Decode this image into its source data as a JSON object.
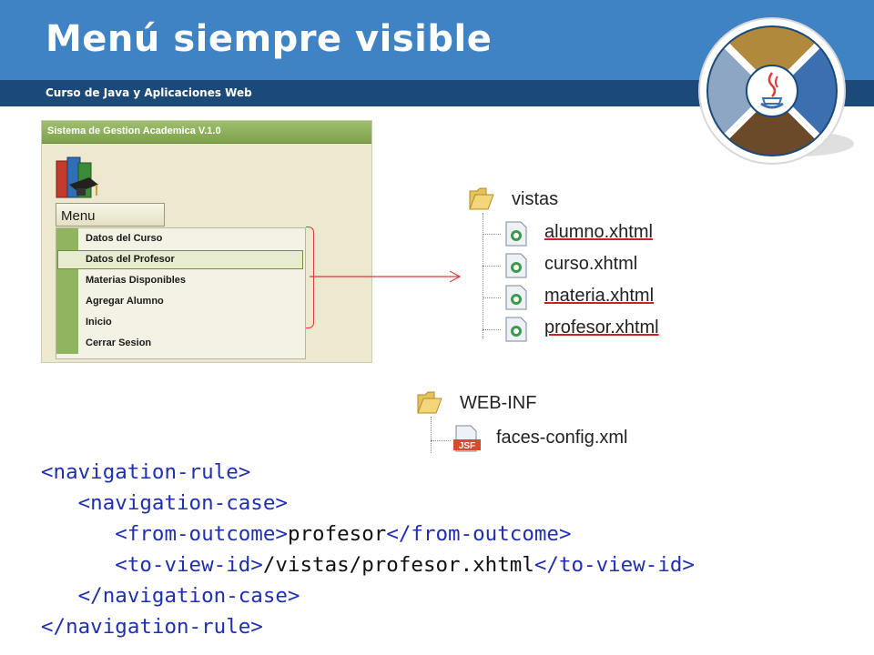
{
  "slide": {
    "title": "Menú siempre visible",
    "subtitle": "Curso de Java y Aplicaciones Web"
  },
  "app": {
    "window_title": "Sistema de Gestion Academica V.1.0",
    "menu_label": "Menu",
    "menu_items": [
      {
        "label": "Datos del Curso"
      },
      {
        "label": "Datos del Profesor",
        "selected": true
      },
      {
        "label": "Materias Disponibles"
      },
      {
        "label": "Agregar Alumno"
      },
      {
        "label": "Inicio"
      },
      {
        "label": "Cerrar Sesion"
      }
    ]
  },
  "tree": {
    "folder": "vistas",
    "files": [
      "alumno.xhtml",
      "curso.xhtml",
      "materia.xhtml",
      "profesor.xhtml"
    ]
  },
  "webinf": {
    "folder": "WEB-INF",
    "file": "faces-config.xml",
    "file_badge": "JSF"
  },
  "code": {
    "line1": "<navigation-rule>",
    "line2": "<navigation-case>",
    "line3_open": "<from-outcome>",
    "line3_text": "profesor",
    "line3_close": "</from-outcome>",
    "line4_open": "<to-view-id>",
    "line4_text": "/vistas/profesor.xhtml",
    "line4_close": "</to-view-id>",
    "line5": "</navigation-case>",
    "line6": "</navigation-rule>"
  },
  "colors": {
    "header": "#3f83c4",
    "subbar": "#1b4a78",
    "xml_tag": "#1f2fb0",
    "annotation_red": "#e03a3a"
  }
}
